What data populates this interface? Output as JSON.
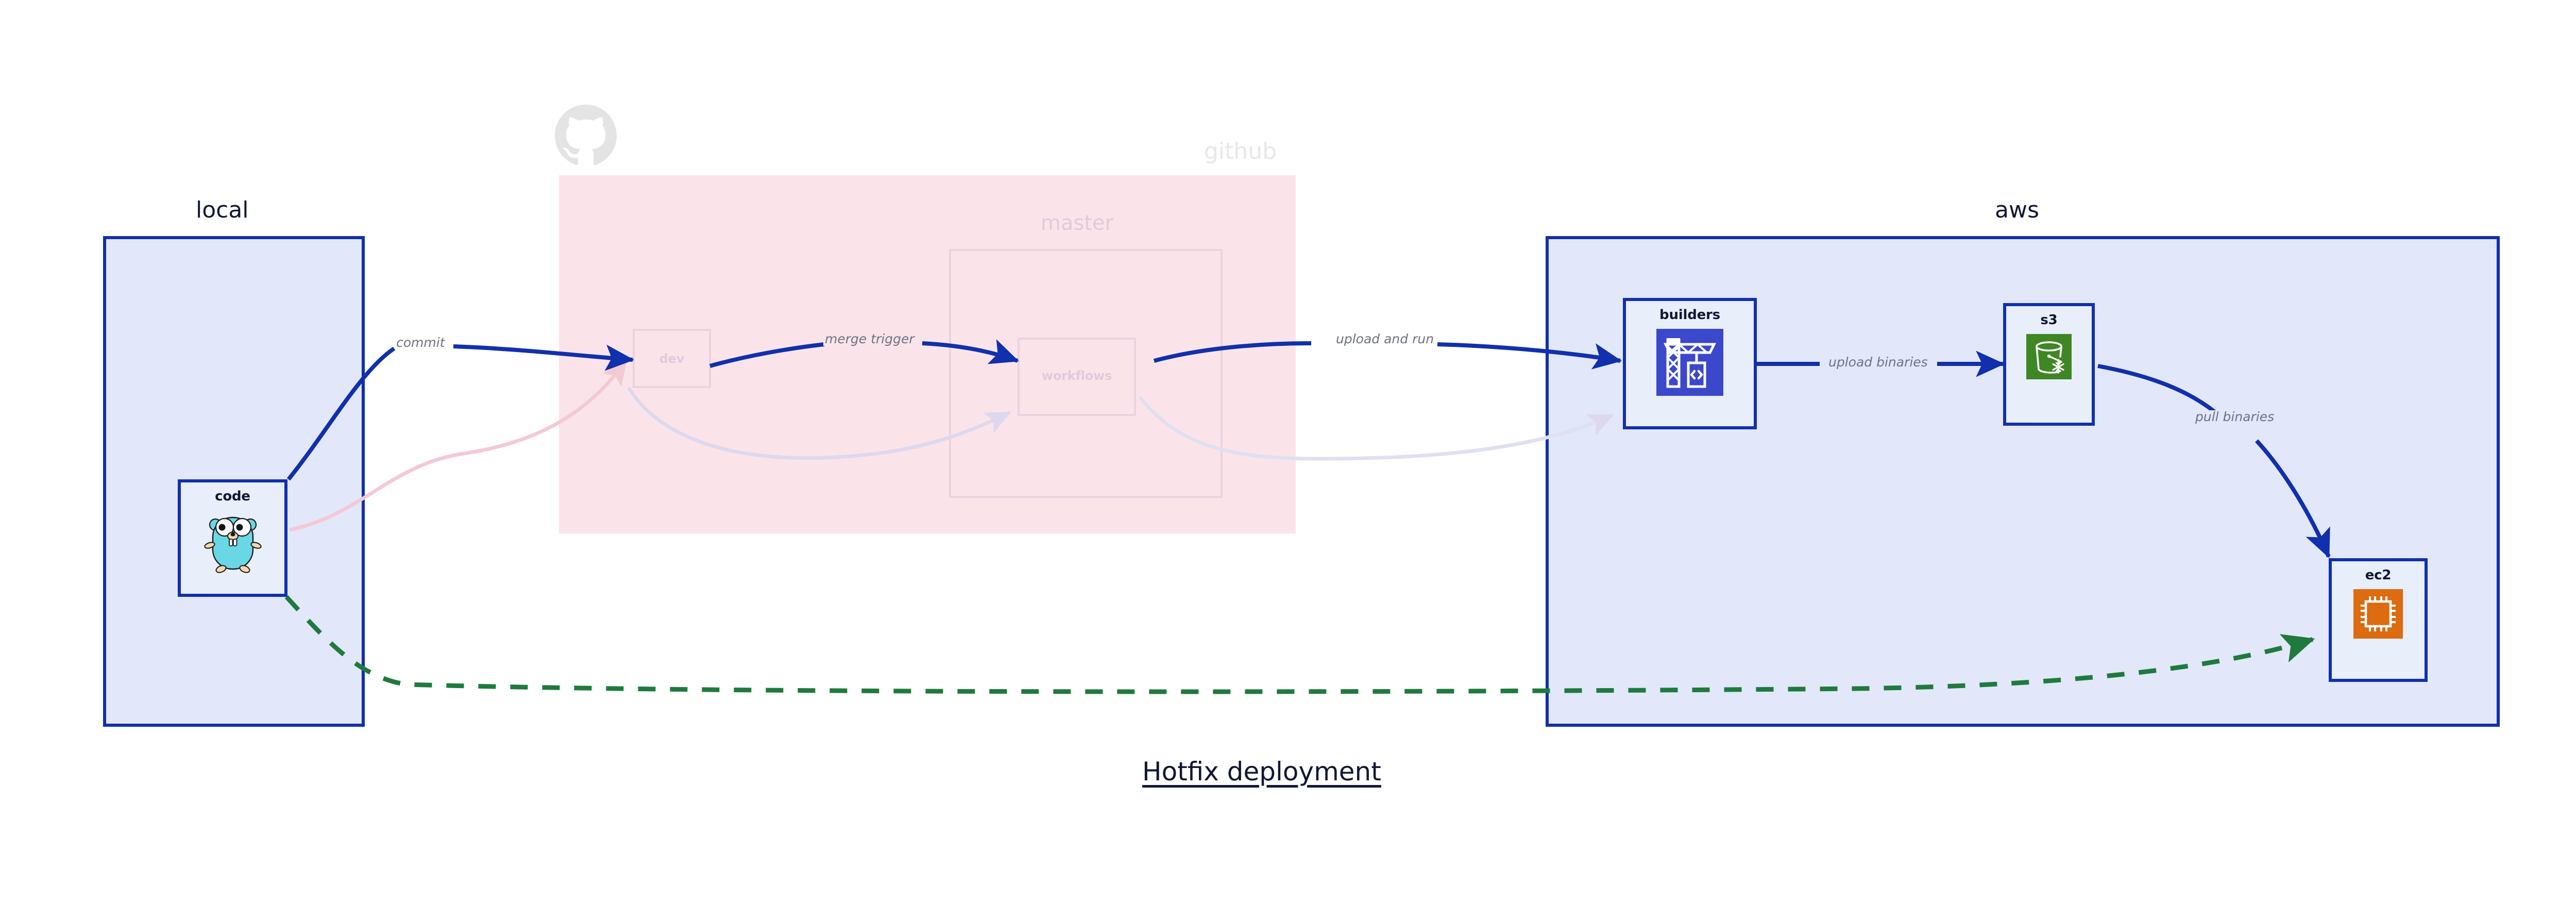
{
  "diagram": {
    "title": "Hotfix deployment",
    "background_color": "#ffffff"
  },
  "groups": [
    {
      "id": "local",
      "label": "local",
      "fill": "#e2e7fa",
      "stroke": "#1030ad"
    },
    {
      "id": "github",
      "label": "github",
      "fill": "#fbe4e9",
      "stroke": "none",
      "faded": true,
      "logo_icon": "github-octocat-icon",
      "subgroups": [
        {
          "id": "master",
          "label": "master"
        }
      ]
    },
    {
      "id": "aws",
      "label": "aws",
      "fill": "#e2e7fa",
      "stroke": "#1030ad"
    }
  ],
  "nodes": [
    {
      "id": "code",
      "label": "code",
      "icon": "go-gopher-icon",
      "group": "local",
      "faded": false
    },
    {
      "id": "dev",
      "label": "dev",
      "icon": "none",
      "group": "github",
      "faded": true
    },
    {
      "id": "workflows",
      "label": "workflows",
      "icon": "none",
      "group": "master",
      "faded": true
    },
    {
      "id": "builders",
      "label": "builders",
      "icon": "aws-codebuild-icon",
      "group": "aws",
      "faded": false
    },
    {
      "id": "s3",
      "label": "s3",
      "icon": "aws-s3-glacier-icon",
      "group": "aws",
      "faded": false
    },
    {
      "id": "ec2",
      "label": "ec2",
      "icon": "aws-ec2-icon",
      "group": "aws",
      "faded": false
    }
  ],
  "edges": [
    {
      "id": "commit",
      "from": "code",
      "to": "dev",
      "label": "commit",
      "color": "#1030ad",
      "style": "solid",
      "label_bg": "white"
    },
    {
      "id": "merge-trigger",
      "from": "dev",
      "to": "workflows",
      "label": "merge trigger",
      "color": "#1030ad",
      "style": "solid",
      "label_bg": "pink"
    },
    {
      "id": "upload-and-run",
      "from": "workflows",
      "to": "builders",
      "label": "upload and run",
      "color": "#1030ad",
      "style": "solid",
      "label_bg": "white"
    },
    {
      "id": "upload-binaries",
      "from": "builders",
      "to": "s3",
      "label": "upload binaries",
      "color": "#1030ad",
      "style": "solid",
      "label_bg": "blue"
    },
    {
      "id": "pull-binaries",
      "from": "s3",
      "to": "ec2",
      "label": "pull binaries",
      "color": "#1030ad",
      "style": "solid",
      "label_bg": "blue"
    },
    {
      "id": "hotfix-direct",
      "from": "code",
      "to": "ec2",
      "label": "",
      "color": "#1f7a3d",
      "style": "dashed",
      "label_bg": "none"
    }
  ],
  "faded_edges": [
    {
      "id": "faded-code-dev",
      "from": "code",
      "to": "dev",
      "color": "#f3c9d4"
    },
    {
      "id": "faded-dev-workflows",
      "from": "dev",
      "to": "workflows",
      "color": "#ddd8ee"
    },
    {
      "id": "faded-workflows-builders",
      "from": "workflows",
      "to": "builders",
      "color": "#dfe0f2"
    }
  ],
  "colors": {
    "blue_stroke": "#1030ad",
    "blue_fill": "#e2e7fa",
    "node_fill": "#e9eefb",
    "pink_fill": "#fbe4e9",
    "green_dashed": "#1f7a3d",
    "label_gray": "#6f7283",
    "title_dark": "#111733",
    "gopher_body": "#6ad7e5",
    "codebuild_bg": "#3b48cc",
    "s3_glacier_bg": "#3f8624",
    "ec2_bg": "#dd6b10"
  }
}
